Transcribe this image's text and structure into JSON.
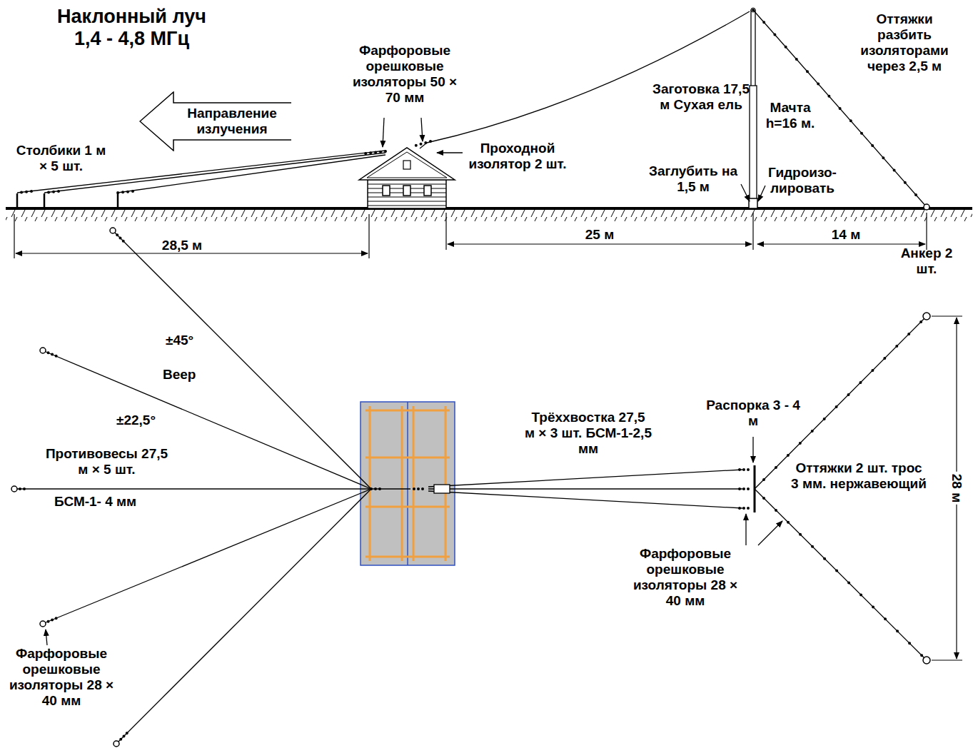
{
  "diagram": {
    "title": "Наклонный луч 1,4 - 4,8 МГц",
    "nodes": [
      {
        "text": [
          "Направление излучения"
        ]
      }
    ],
    "labels": [
      "Фарфоровые орешковые изоляторы 50 × 70 мм",
      "Проходной изолятор 2 шт.",
      "Заготовка 17,5 м Сухая ель",
      "Мачта h=16 м.",
      "Оттяжки разбить изоляторами через 2,5 м",
      "Столбики 1 м × 5 шт.",
      "Заглубить на 1,5 м",
      "Гидроизо- лировать",
      "28,5 м",
      "25 м",
      "14 м",
      "Анкер 2 шт.",
      "28 м",
      "±45°",
      "Веер",
      "±22,5°",
      "Противовесы 27,5 м × 5 шт.",
      "БСМ-1- 4 мм",
      "Трёххвостка 27,5 м × 3 шт. БСМ-1-2,5 мм",
      "Распорка 3 - 4 м",
      "Оттяжки 2 шт. трос 3 мм. нержавеющий",
      "Фарфоровые орешковые изоляторы 28 × 40 мм",
      "Фарфоровые орешковые изоляторы 28 × 40 мм"
    ]
  }
}
